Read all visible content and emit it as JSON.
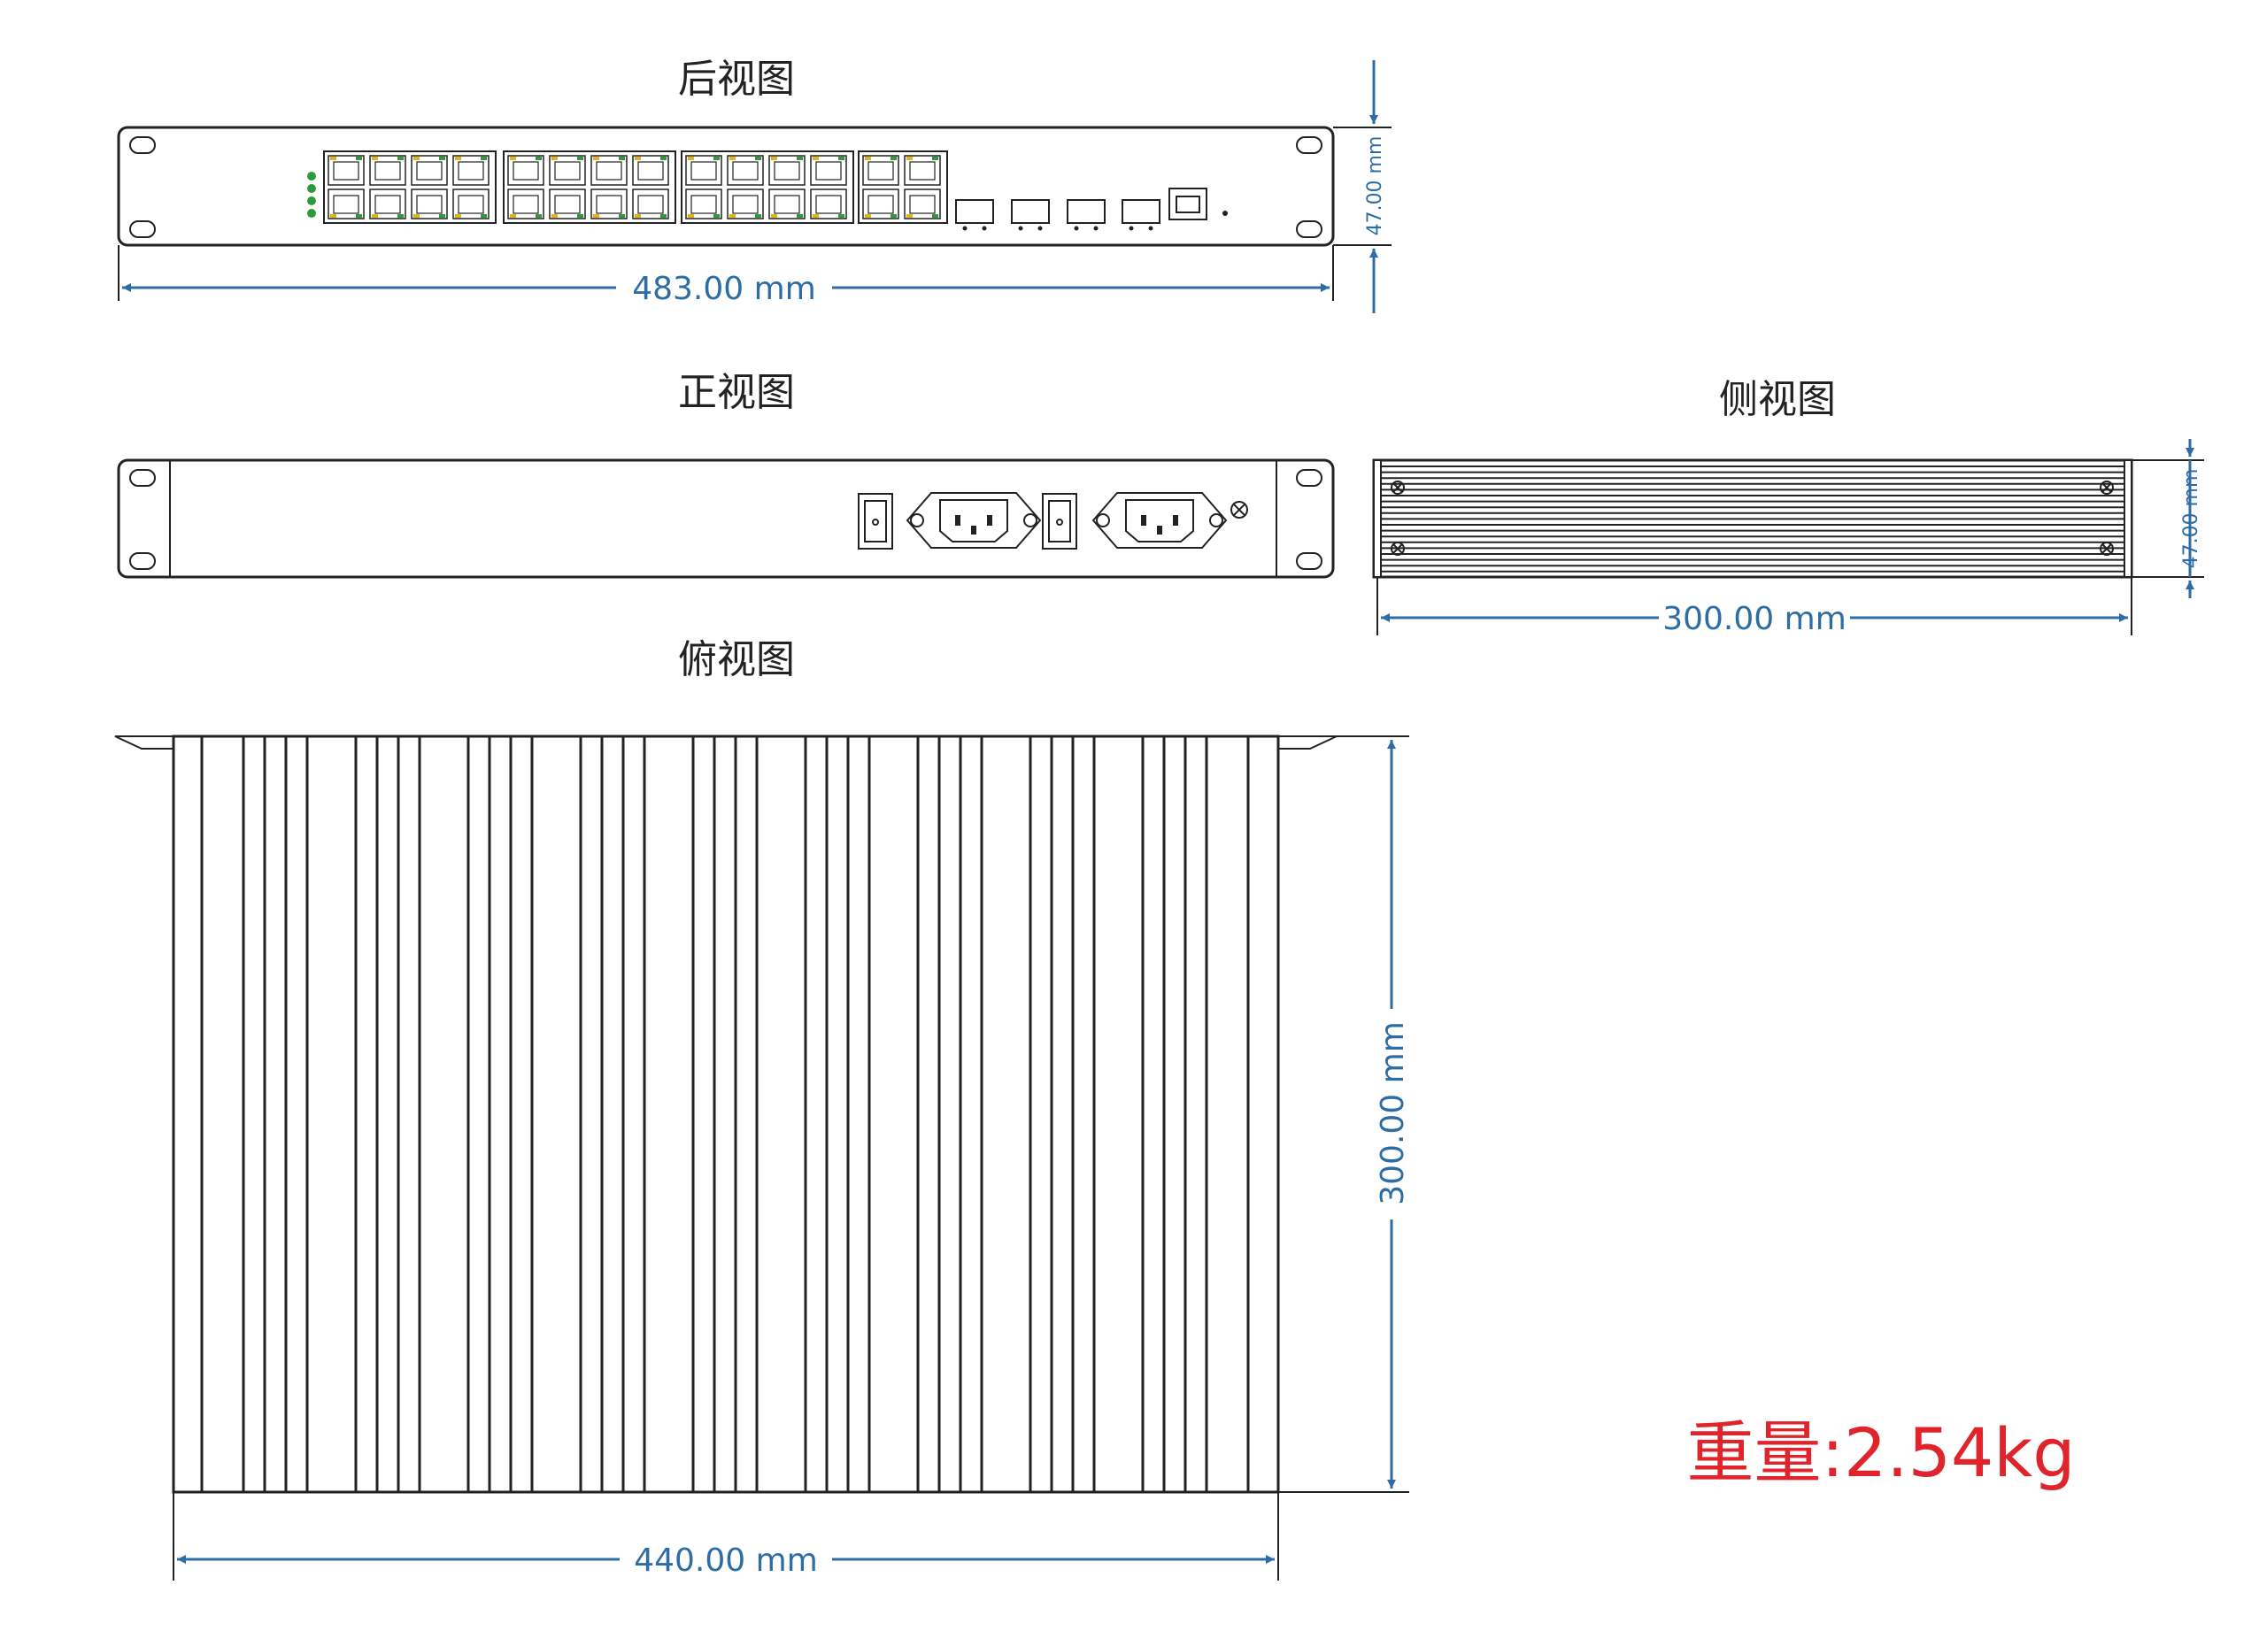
{
  "views": {
    "rear": {
      "title": "后视图",
      "width_label": "483.00 mm",
      "height_label": "47.00 mm"
    },
    "front": {
      "title": "正视图"
    },
    "side": {
      "title": "侧视图",
      "width_label": "300.00 mm",
      "height_label": "47.00 mm"
    },
    "top": {
      "title": "俯视图",
      "width_label": "440.00 mm",
      "depth_label": "300.00 mm"
    }
  },
  "weight_label": "重量:2.54kg",
  "colors": {
    "outline": "#222222",
    "dimension": "#2e6da4",
    "weight_text": "#e0242b",
    "port_led_green": "#2e9a3c",
    "port_led_yellow": "#e3b21f"
  }
}
